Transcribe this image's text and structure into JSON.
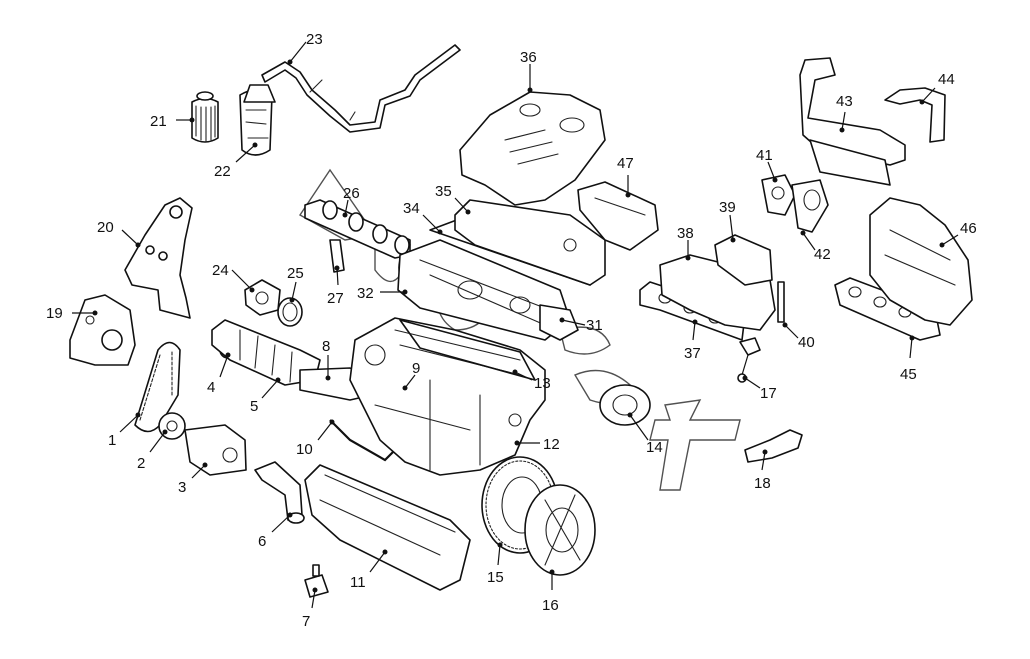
{
  "diagram": {
    "callouts": [
      "1",
      "2",
      "3",
      "4",
      "5",
      "6",
      "7",
      "8",
      "9",
      "10",
      "11",
      "12",
      "13",
      "14",
      "15",
      "16",
      "17",
      "18",
      "19",
      "20",
      "21",
      "22",
      "23",
      "24",
      "25",
      "26",
      "27",
      "31",
      "32",
      "34",
      "35",
      "36",
      "37",
      "38",
      "39",
      "40",
      "41",
      "42",
      "43",
      "44",
      "45",
      "46",
      "47"
    ],
    "colors": {
      "line": "#111111",
      "background": "#ffffff"
    }
  }
}
